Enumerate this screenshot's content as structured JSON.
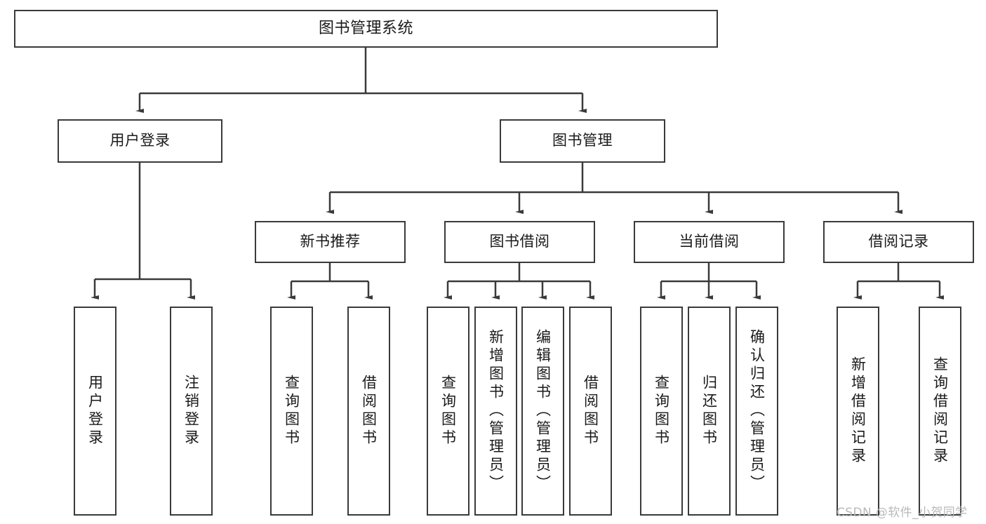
{
  "diagram": {
    "title": "图书管理系统",
    "type": "hierarchy-tree",
    "root": {
      "id": "root",
      "label": "图书管理系统",
      "orientation": "horizontal"
    },
    "level2": [
      {
        "id": "user-login",
        "label": "用户登录",
        "orientation": "horizontal"
      },
      {
        "id": "book-management",
        "label": "图书管理",
        "orientation": "horizontal"
      }
    ],
    "level3": [
      {
        "id": "new-book-recommend",
        "label": "新书推荐",
        "orientation": "horizontal",
        "parent": "book-management"
      },
      {
        "id": "book-borrow",
        "label": "图书借阅",
        "orientation": "horizontal",
        "parent": "book-management"
      },
      {
        "id": "current-borrow",
        "label": "当前借阅",
        "orientation": "horizontal",
        "parent": "book-management"
      },
      {
        "id": "borrow-record",
        "label": "借阅记录",
        "orientation": "horizontal",
        "parent": "book-management"
      }
    ],
    "leaves": [
      {
        "id": "leaf-user-login",
        "label": "用户登录",
        "parent": "user-login",
        "orientation": "vertical"
      },
      {
        "id": "leaf-user-logout",
        "label": "注销登录",
        "parent": "user-login",
        "orientation": "vertical"
      },
      {
        "id": "leaf-query-book-1",
        "label": "查询图书",
        "parent": "new-book-recommend",
        "orientation": "vertical"
      },
      {
        "id": "leaf-borrow-book-1",
        "label": "借阅图书",
        "parent": "new-book-recommend",
        "orientation": "vertical"
      },
      {
        "id": "leaf-query-book-2",
        "label": "查询图书",
        "parent": "book-borrow",
        "orientation": "vertical"
      },
      {
        "id": "leaf-add-book",
        "label": "新增图书（管理员）",
        "parent": "book-borrow",
        "orientation": "vertical"
      },
      {
        "id": "leaf-edit-book",
        "label": "编辑图书（管理员）",
        "parent": "book-borrow",
        "orientation": "vertical"
      },
      {
        "id": "leaf-borrow-book-2",
        "label": "借阅图书",
        "parent": "book-borrow",
        "orientation": "vertical"
      },
      {
        "id": "leaf-query-book-3",
        "label": "查询图书",
        "parent": "current-borrow",
        "orientation": "vertical"
      },
      {
        "id": "leaf-return-book",
        "label": "归还图书",
        "parent": "current-borrow",
        "orientation": "vertical"
      },
      {
        "id": "leaf-confirm-return",
        "label": "确认归还（管理员）",
        "parent": "current-borrow",
        "orientation": "vertical"
      },
      {
        "id": "leaf-add-record",
        "label": "新增借阅记录",
        "parent": "borrow-record",
        "orientation": "vertical"
      },
      {
        "id": "leaf-query-record",
        "label": "查询借阅记录",
        "parent": "borrow-record",
        "orientation": "vertical"
      }
    ],
    "colors": {
      "box_border": "#3a3a3a",
      "box_fill": "#ffffff",
      "edge": "#3a3a3a",
      "text": "#1a1a1a",
      "watermark": "#b9b9b9",
      "background": "#ffffff"
    }
  },
  "watermark": {
    "text": "CSDN @软件_小贺同学"
  }
}
